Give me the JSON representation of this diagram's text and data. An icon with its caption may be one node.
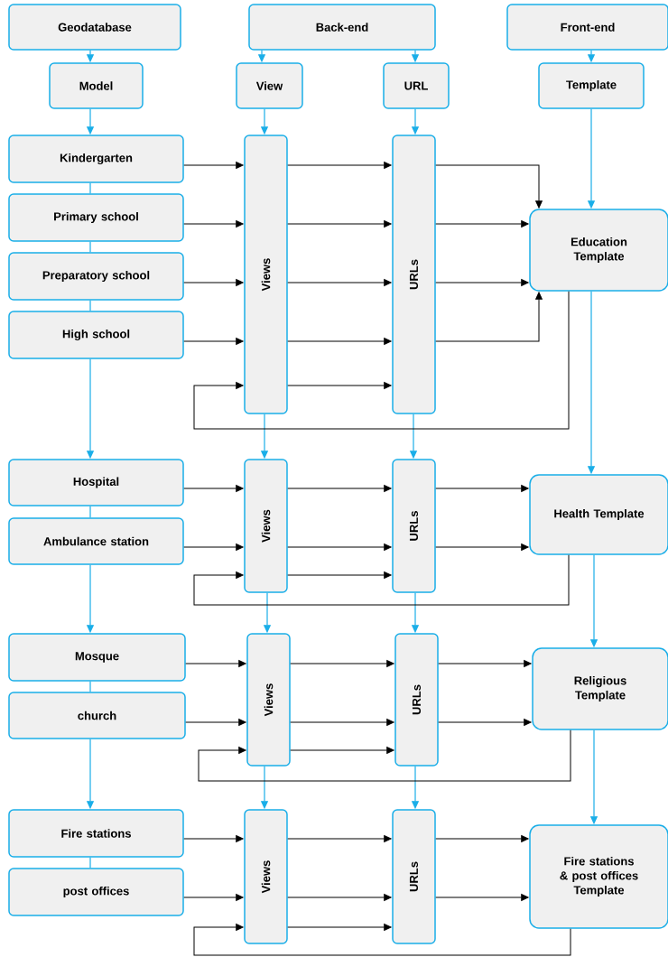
{
  "diagram": {
    "nodes": [
      {
        "text": [
          "Geodatabase"
        ]
      },
      {
        "text": [
          "Back-end"
        ]
      },
      {
        "text": [
          "Front-end"
        ]
      },
      {
        "text": [
          "Model"
        ]
      },
      {
        "text": [
          "View"
        ]
      },
      {
        "text": [
          "URL"
        ]
      },
      {
        "text": [
          "Template"
        ]
      },
      {
        "text": [
          "Kindergarten"
        ]
      },
      {
        "text": [
          "Primary school"
        ]
      },
      {
        "text": [
          "Preparatory school"
        ]
      },
      {
        "text": [
          "High school"
        ]
      },
      {
        "text": [
          "Views"
        ]
      },
      {
        "text": [
          "URLs"
        ]
      },
      {
        "text": [
          "Education Template"
        ]
      },
      {
        "text": [
          "Hospital"
        ]
      },
      {
        "text": [
          "Ambulance station"
        ]
      },
      {
        "text": [
          "Views"
        ]
      },
      {
        "text": [
          "URLs"
        ]
      },
      {
        "text": [
          "Health Template"
        ]
      },
      {
        "text": [
          "Mosque"
        ]
      },
      {
        "text": [
          "church"
        ]
      },
      {
        "text": [
          "Views"
        ]
      },
      {
        "text": [
          "URLs"
        ]
      },
      {
        "text": [
          "Religious Template"
        ]
      },
      {
        "text": [
          "Fire stations"
        ]
      },
      {
        "text": [
          "post offices"
        ]
      },
      {
        "text": [
          "Views"
        ]
      },
      {
        "text": [
          "URLs"
        ]
      },
      {
        "text": [
          "Fire stations & post offices Template"
        ]
      }
    ],
    "edges": [
      {
        "from": 0,
        "to": 3,
        "arrow": "to",
        "color": "#1aaee8"
      },
      {
        "from": 1,
        "to": 4,
        "arrow": "to",
        "color": "#1aaee8"
      },
      {
        "from": 1,
        "to": 5,
        "arrow": "to",
        "color": "#1aaee8"
      },
      {
        "from": 2,
        "to": 6,
        "arrow": "to",
        "color": "#1aaee8"
      },
      {
        "from": 3,
        "to": 7,
        "arrow": "to",
        "color": "#1aaee8"
      },
      {
        "from": 7,
        "to": 8,
        "arrow": "none",
        "color": "#1aaee8"
      },
      {
        "from": 8,
        "to": 9,
        "arrow": "none",
        "color": "#1aaee8"
      },
      {
        "from": 9,
        "to": 10,
        "arrow": "none",
        "color": "#1aaee8"
      },
      {
        "from": 10,
        "to": 14,
        "arrow": "to",
        "color": "#1aaee8"
      },
      {
        "from": 14,
        "to": 15,
        "arrow": "none",
        "color": "#1aaee8"
      },
      {
        "from": 15,
        "to": 19,
        "arrow": "to",
        "color": "#1aaee8"
      },
      {
        "from": 19,
        "to": 20,
        "arrow": "none",
        "color": "#1aaee8"
      },
      {
        "from": 20,
        "to": 24,
        "arrow": "to",
        "color": "#1aaee8"
      },
      {
        "from": 24,
        "to": 25,
        "arrow": "none",
        "color": "#1aaee8"
      },
      {
        "from": 4,
        "to": 11,
        "arrow": "to",
        "color": "#1aaee8"
      },
      {
        "from": 11,
        "to": 16,
        "arrow": "to",
        "color": "#1aaee8"
      },
      {
        "from": 16,
        "to": 21,
        "arrow": "to",
        "color": "#1aaee8"
      },
      {
        "from": 21,
        "to": 26,
        "arrow": "to",
        "color": "#1aaee8"
      },
      {
        "from": 5,
        "to": 12,
        "arrow": "to",
        "color": "#1aaee8"
      },
      {
        "from": 12,
        "to": 17,
        "arrow": "to",
        "color": "#1aaee8"
      },
      {
        "from": 17,
        "to": 22,
        "arrow": "to",
        "color": "#1aaee8"
      },
      {
        "from": 22,
        "to": 27,
        "arrow": "to",
        "color": "#1aaee8"
      },
      {
        "from": 6,
        "to": 13,
        "arrow": "to",
        "color": "#1aaee8"
      },
      {
        "from": 13,
        "to": 18,
        "arrow": "to",
        "color": "#1aaee8"
      },
      {
        "from": 18,
        "to": 23,
        "arrow": "to",
        "color": "#1aaee8"
      },
      {
        "from": 23,
        "to": 28,
        "arrow": "to",
        "color": "#1aaee8"
      },
      {
        "from": 7,
        "to": 11,
        "arrow": "to"
      },
      {
        "from": 8,
        "to": 11,
        "arrow": "to"
      },
      {
        "from": 9,
        "to": 11,
        "arrow": "to"
      },
      {
        "from": 10,
        "to": 11,
        "arrow": "to"
      },
      {
        "from": 11,
        "to": 12,
        "arrow": "to"
      },
      {
        "from": 11,
        "to": 12,
        "arrow": "to"
      },
      {
        "from": 11,
        "to": 12,
        "arrow": "to"
      },
      {
        "from": 11,
        "to": 12,
        "arrow": "to"
      },
      {
        "from": 11,
        "to": 12,
        "arrow": "to"
      },
      {
        "from": 12,
        "to": 13,
        "arrow": "to"
      },
      {
        "from": 12,
        "to": 13,
        "arrow": "to"
      },
      {
        "from": 12,
        "to": 13,
        "arrow": "to"
      },
      {
        "from": 12,
        "to": 13,
        "arrow": "to"
      },
      {
        "from": 13,
        "to": 11,
        "arrow": "to"
      },
      {
        "from": 14,
        "to": 16,
        "arrow": "to"
      },
      {
        "from": 15,
        "to": 16,
        "arrow": "to"
      },
      {
        "from": 16,
        "to": 17,
        "arrow": "to"
      },
      {
        "from": 16,
        "to": 17,
        "arrow": "to"
      },
      {
        "from": 16,
        "to": 17,
        "arrow": "to"
      },
      {
        "from": 17,
        "to": 18,
        "arrow": "to"
      },
      {
        "from": 17,
        "to": 18,
        "arrow": "to"
      },
      {
        "from": 18,
        "to": 16,
        "arrow": "to"
      },
      {
        "from": 19,
        "to": 21,
        "arrow": "to"
      },
      {
        "from": 20,
        "to": 21,
        "arrow": "to"
      },
      {
        "from": 21,
        "to": 22,
        "arrow": "to"
      },
      {
        "from": 21,
        "to": 22,
        "arrow": "to"
      },
      {
        "from": 21,
        "to": 22,
        "arrow": "to"
      },
      {
        "from": 22,
        "to": 23,
        "arrow": "to"
      },
      {
        "from": 22,
        "to": 23,
        "arrow": "to"
      },
      {
        "from": 23,
        "to": 21,
        "arrow": "to"
      },
      {
        "from": 24,
        "to": 26,
        "arrow": "to"
      },
      {
        "from": 25,
        "to": 26,
        "arrow": "to"
      },
      {
        "from": 26,
        "to": 27,
        "arrow": "to"
      },
      {
        "from": 26,
        "to": 27,
        "arrow": "to"
      },
      {
        "from": 26,
        "to": 27,
        "arrow": "to"
      },
      {
        "from": 27,
        "to": 28,
        "arrow": "to"
      },
      {
        "from": 27,
        "to": 28,
        "arrow": "to"
      },
      {
        "from": 28,
        "to": 26,
        "arrow": "to"
      }
    ]
  }
}
